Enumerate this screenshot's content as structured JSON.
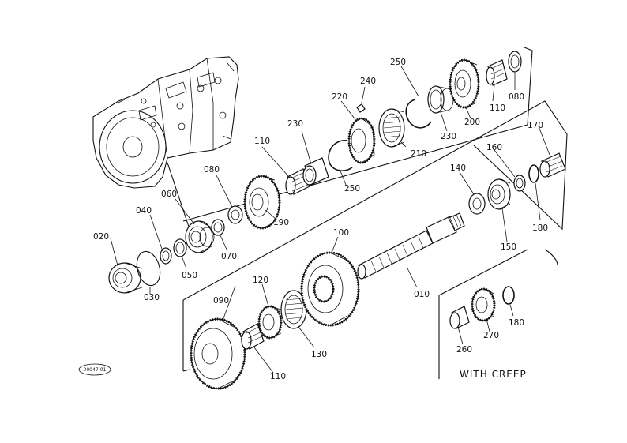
{
  "caption": "WITH CREEP",
  "reference_code": "00047-01",
  "labels": {
    "p010": "010",
    "p020": "020",
    "p030": "030",
    "p040": "040",
    "p050": "050",
    "p060": "060",
    "p070": "070",
    "p080a": "080",
    "p080b": "080",
    "p090": "090",
    "p100": "100",
    "p110a": "110",
    "p110b": "110",
    "p110c": "110",
    "p120": "120",
    "p130": "130",
    "p140": "140",
    "p150": "150",
    "p160": "160",
    "p170": "170",
    "p180a": "180",
    "p180b": "180",
    "p190": "190",
    "p200": "200",
    "p210": "210",
    "p220": "220",
    "p230a": "230",
    "p230b": "230",
    "p240": "240",
    "p250a": "250",
    "p250b": "250",
    "p260": "260",
    "p270": "270"
  }
}
